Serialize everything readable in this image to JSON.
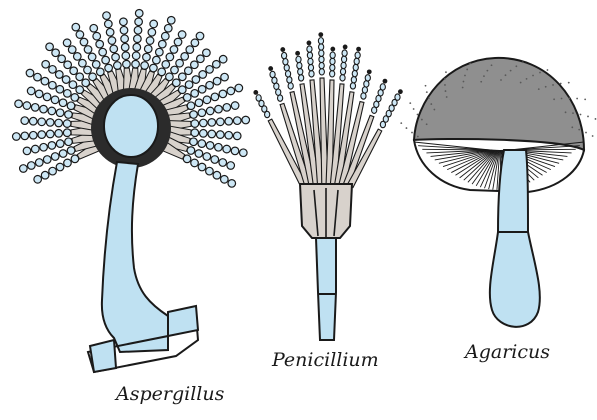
{
  "figure": {
    "specimens": [
      {
        "id": "aspergillus",
        "name": "Aspergillus",
        "icon": "aspergillus-illustration"
      },
      {
        "id": "penicillium",
        "name": "Penicillium",
        "icon": "penicillium-illustration"
      },
      {
        "id": "agaricus",
        "name": "Agaricus",
        "icon": "agaricus-mushroom-illustration"
      }
    ],
    "colors": {
      "hypha": "#bfe1f2",
      "sterigmata": "#d8d2cc",
      "spore": "#cde7f5",
      "outline": "#1a1a1a",
      "cap": "#8f8f8f",
      "gills": "#ffffff",
      "background": "#ffffff"
    }
  }
}
